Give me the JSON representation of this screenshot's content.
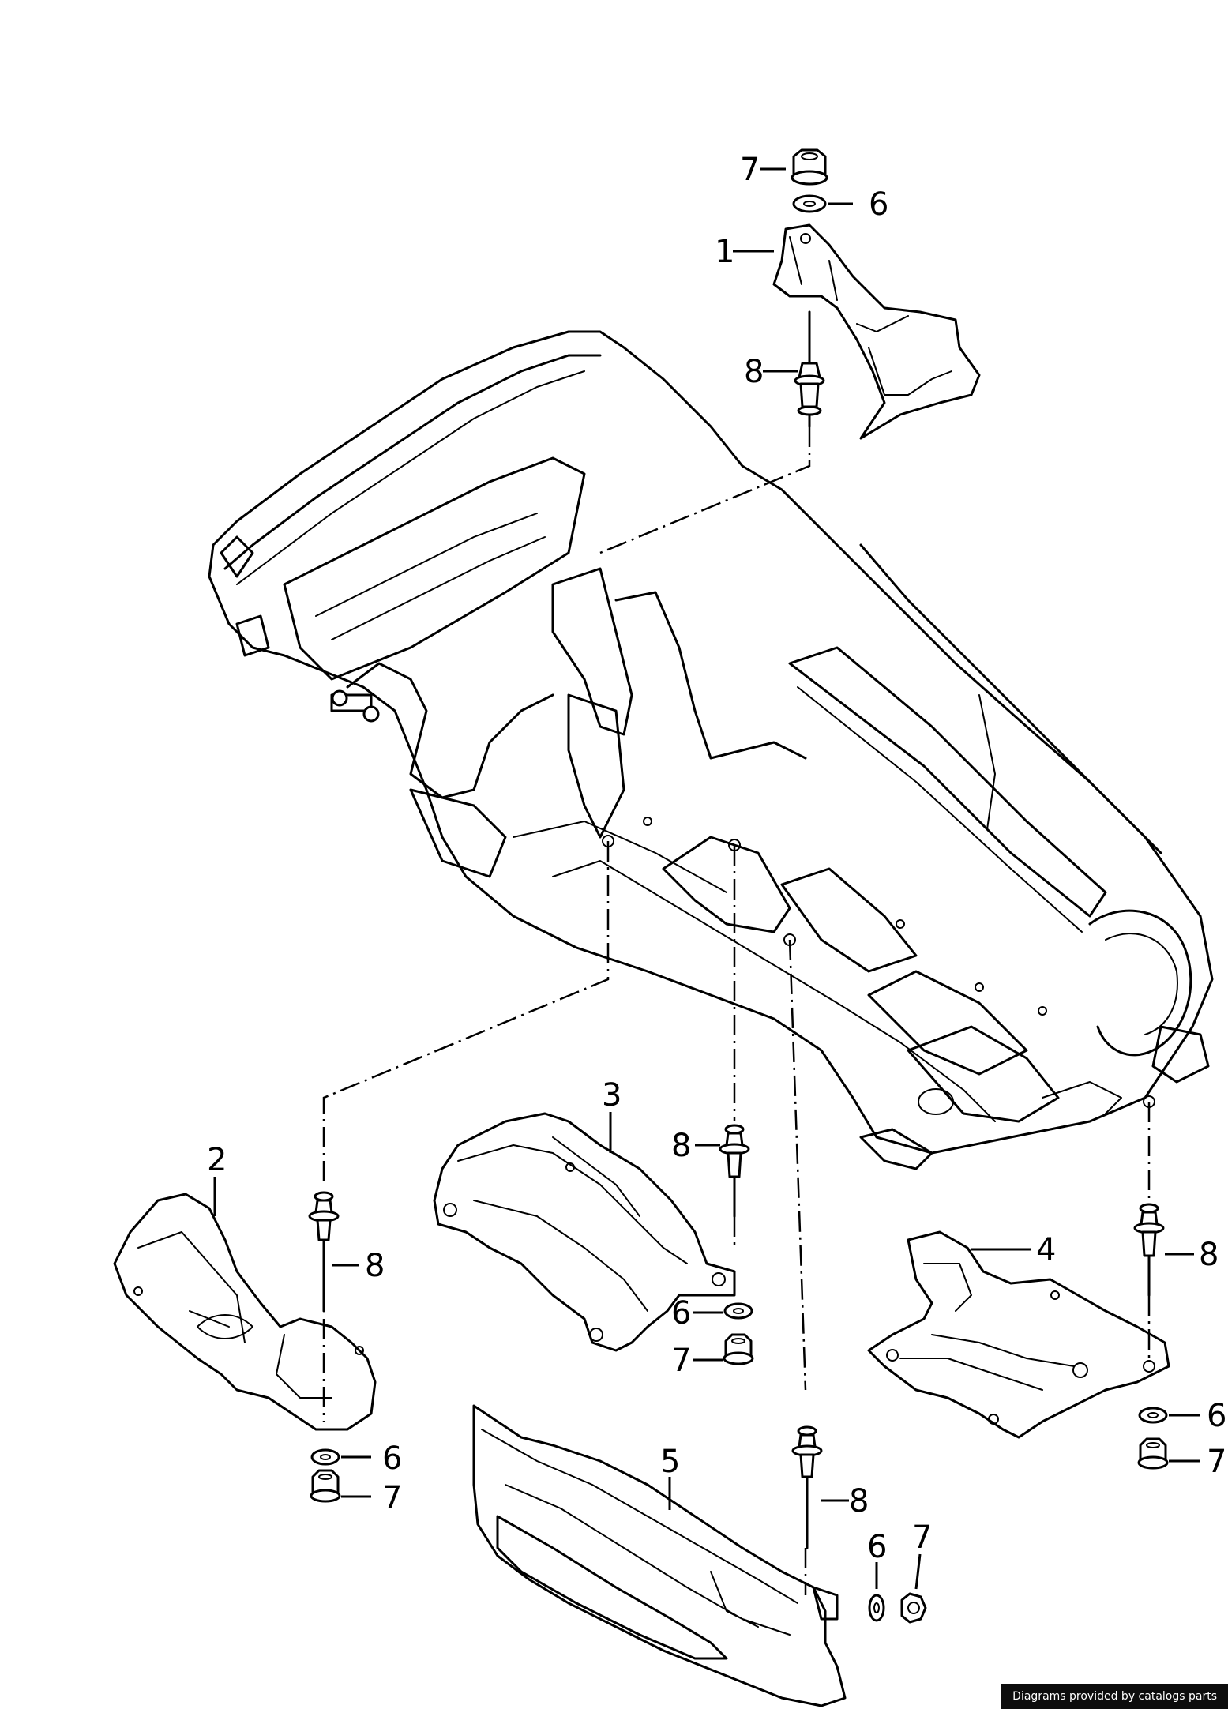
{
  "callouts": {
    "p1": "1",
    "p2": "2",
    "p3": "3",
    "p4": "4",
    "p5": "5",
    "p6": "6",
    "p7": "7",
    "p8": "8"
  },
  "credit": "Diagrams provided by catalogs parts"
}
